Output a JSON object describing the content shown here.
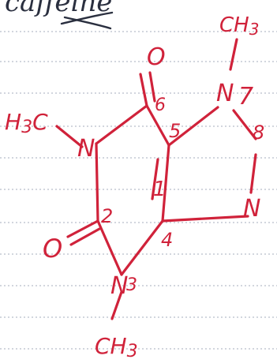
{
  "heading": {
    "text": "caffeine",
    "struck_through": true,
    "ink_color": "#2a2f3f"
  },
  "colors": {
    "ink": "#d0223a",
    "paper": "#ffffff",
    "rule_lines": "#5a6b86"
  },
  "molecule": {
    "atoms": {
      "n1": "N",
      "n3": "N",
      "n7": "N",
      "n9": "N",
      "o_top": "O",
      "o_left": "O"
    },
    "position_numbers": {
      "p1": "1",
      "p2": "2",
      "p3": "3",
      "p4": "4",
      "p5": "5",
      "p6": "6",
      "p7": "7",
      "p8": "8"
    },
    "methyl_groups": {
      "on_n1": "H3C",
      "on_n3": "CH3",
      "on_n7": "CH3"
    }
  }
}
